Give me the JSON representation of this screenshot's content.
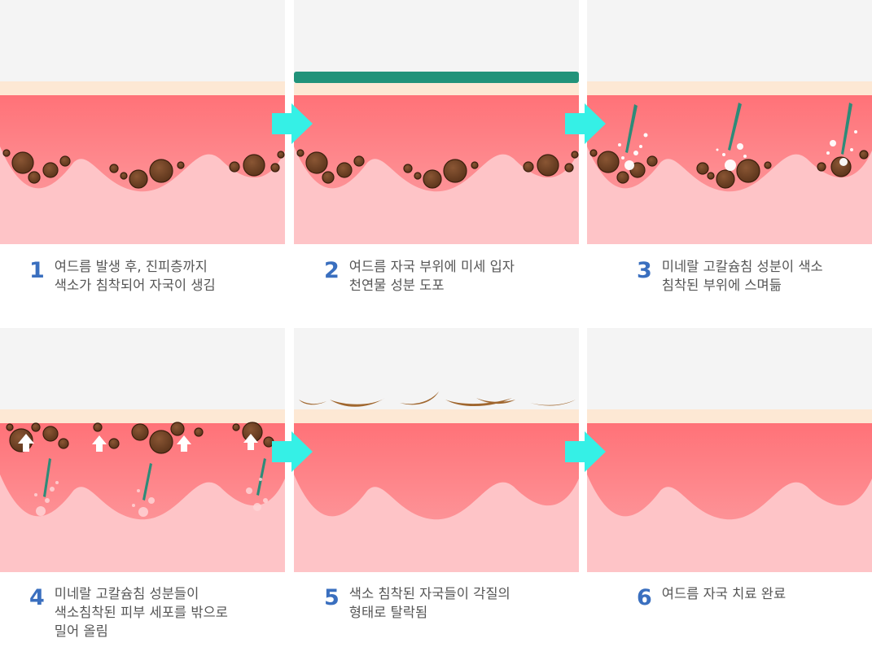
{
  "steps": [
    {
      "number": "1",
      "lines": [
        "여드름 발생 후, 진피층까지",
        "색소가 침착되어 자국이 생김"
      ]
    },
    {
      "number": "2",
      "lines": [
        "여드름 자국 부위에 미세 입자",
        "천연물 성분 도포"
      ]
    },
    {
      "number": "3",
      "lines": [
        "미네랄 고칼슘침 성분이 색소",
        "침착된 부위에 스며듦"
      ]
    },
    {
      "number": "4",
      "lines": [
        "미네랄 고칼슘침 성분들이",
        "색소침착된 피부 세포를 밖으로",
        "밀어 올림"
      ]
    },
    {
      "number": "5",
      "lines": [
        "색소 침착된 자국들이 각질의",
        "형태로 탈락됨"
      ]
    },
    {
      "number": "6",
      "lines": [
        "여드름 자국 치료 완료"
      ]
    }
  ],
  "colors": {
    "number": "#3a6fbf",
    "text": "#555555",
    "air": "#f4f4f4",
    "epidermis": "#fde8d4",
    "dermis_top": "#ff7b80",
    "dermis_bottom": "#fc9a9e",
    "subcutis": "#fec4c7",
    "pigment": "#6b4023",
    "needle": "#2e8b78",
    "arrow": "#35f0e6",
    "patch": "#22937a"
  },
  "icons": [
    "arrow-right-icon",
    "arrow-up-icon",
    "needle-icon",
    "pigment-dot-icon",
    "flake-icon"
  ]
}
